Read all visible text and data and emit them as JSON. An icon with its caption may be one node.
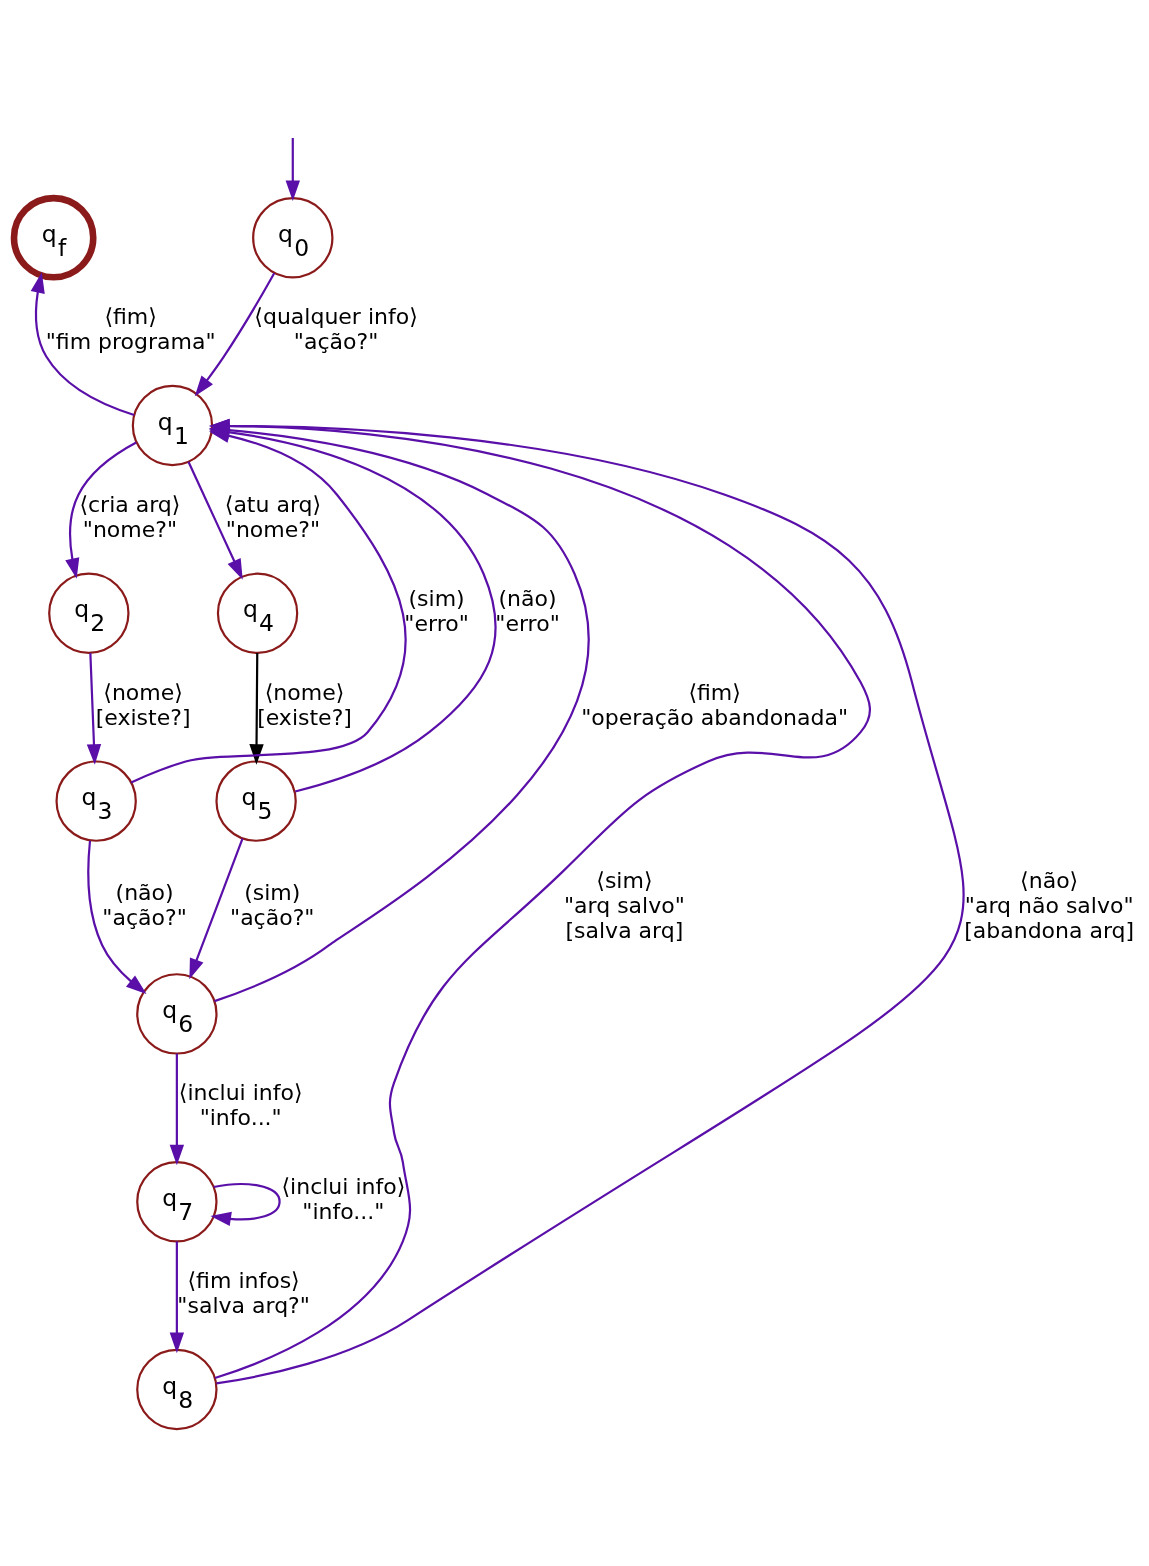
{
  "diagram": {
    "nodes": [
      {
        "text": [
          "q$_{0}$"
        ]
      },
      {
        "text": [
          "q$_{1}$"
        ]
      },
      {
        "text": [
          "q$_{f}$"
        ]
      },
      {
        "text": [
          "q$_{2}$"
        ]
      },
      {
        "text": [
          "q$_{4}$"
        ]
      },
      {
        "text": [
          "q$_{3}$"
        ]
      },
      {
        "text": [
          "q$_{5}$"
        ]
      },
      {
        "text": [
          "q$_{6}$"
        ]
      },
      {
        "text": [
          "q$_{7}$"
        ]
      },
      {
        "text": [
          "q$_{8}$"
        ]
      }
    ],
    "edges": [
      {
        "from": null,
        "to": 0,
        "arrow": "to"
      },
      {
        "from": 0,
        "to": 1,
        "arrow": "to",
        "label": "⟨qualquer info⟩ \"ação?\""
      },
      {
        "from": 1,
        "to": 2,
        "arrow": "to",
        "label": "⟨fim⟩ \"fim programa\""
      },
      {
        "from": 1,
        "to": 3,
        "arrow": "to",
        "label": "⟨cria arq⟩ \"nome?\""
      },
      {
        "from": 1,
        "to": 4,
        "arrow": "to",
        "label": "⟨atu arq⟩ \"nome?\""
      },
      {
        "from": 3,
        "to": 5,
        "arrow": "to",
        "label": "⟨nome⟩ [existe?]"
      },
      {
        "from": 4,
        "to": 6,
        "arrow": "to",
        "label": "⟨nome⟩ [existe?]",
        "color": "#000000"
      },
      {
        "from": 5,
        "to": 1,
        "arrow": "to",
        "label": "(sim) \"erro\""
      },
      {
        "from": 6,
        "to": 1,
        "arrow": "to",
        "label": "(não) \"erro\""
      },
      {
        "from": 5,
        "to": 7,
        "arrow": "to",
        "label": "(não) \"ação?\""
      },
      {
        "from": 6,
        "to": 7,
        "arrow": "to",
        "label": "(sim) \"ação?\""
      },
      {
        "from": 7,
        "to": 1,
        "arrow": "to",
        "label": "⟨fim⟩ \"operação abandonada\""
      },
      {
        "from": 7,
        "to": 8,
        "arrow": "to",
        "label": "⟨inclui info⟩ \"info...\""
      },
      {
        "from": 8,
        "to": 8,
        "arrow": "to",
        "label": "⟨inclui info⟩ \"info...\""
      },
      {
        "from": 8,
        "to": 9,
        "arrow": "to",
        "label": "⟨fim infos⟩ \"salva arq?\""
      },
      {
        "from": 9,
        "to": 1,
        "arrow": "to",
        "label": "⟨sim⟩ \"arq salvo\" [salva arq]"
      },
      {
        "from": 9,
        "to": 1,
        "arrow": "to",
        "label": "⟨não⟩ \"arq não salvo\" [abandona arq]"
      }
    ]
  }
}
